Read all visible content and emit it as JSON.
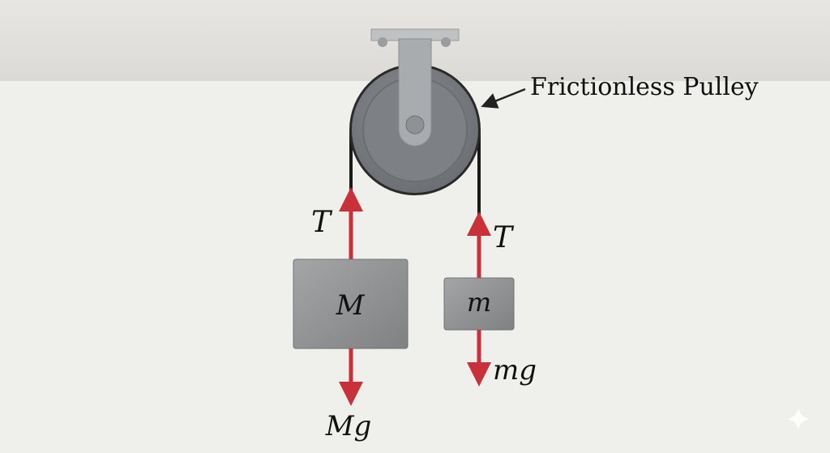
{
  "labels": {
    "pulley": "Frictionless Pulley",
    "tension_left": "T",
    "tension_right": "T",
    "mass_large": "M",
    "mass_small": "m",
    "weight_large": "Mg",
    "weight_small": "mg"
  },
  "colors": {
    "force_arrow": "#c8313a",
    "pulley": "#7b7f84",
    "block": "#8e9092",
    "background": "#efefeb",
    "ceiling": "#e4e2de"
  },
  "icons": [
    "sparkle-icon"
  ]
}
